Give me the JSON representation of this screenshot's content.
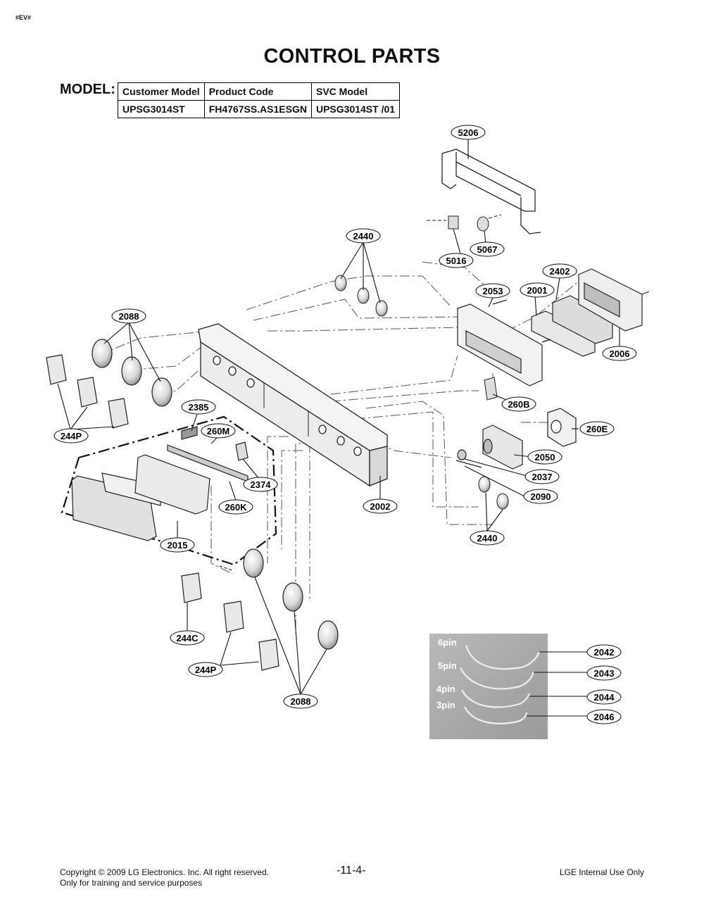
{
  "header": {
    "tag": "#EV#",
    "title": "CONTROL PARTS"
  },
  "model_table": {
    "label": "MODEL:",
    "headers": [
      "Customer Model",
      "Product Code",
      "SVC Model"
    ],
    "values": [
      "UPSG3014ST",
      "FH4767SS.AS1ESGN",
      "UPSG3014ST /01"
    ]
  },
  "callouts": {
    "c5206": "5206",
    "c5016": "5016",
    "c5067": "5067",
    "c2440_top": "2440",
    "c2402": "2402",
    "c2053": "2053",
    "c2001": "2001",
    "c2006": "2006",
    "c2088_top": "2088",
    "c244P_left": "244P",
    "c2385": "2385",
    "c260M": "260M",
    "c2374": "2374",
    "c260K": "260K",
    "c2015": "2015",
    "c2002": "2002",
    "c260B": "260B",
    "c260E": "260E",
    "c2050": "2050",
    "c2037": "2037",
    "c2090": "2090",
    "c2440_bottom": "2440",
    "c244C": "244C",
    "c244P_bottom": "244P",
    "c2088_bottom": "2088",
    "c2042": "2042",
    "c2043": "2043",
    "c2044": "2044",
    "c2046": "2046"
  },
  "harness_photo": {
    "pins": [
      "6pin",
      "5pin",
      "4pin",
      "3pin"
    ]
  },
  "footer": {
    "copyright": "Copyright © 2009 LG Electronics. Inc. All right reserved.",
    "note": "Only for training and service purposes",
    "page": "-11-4-",
    "internal": "LGE Internal Use Only"
  }
}
